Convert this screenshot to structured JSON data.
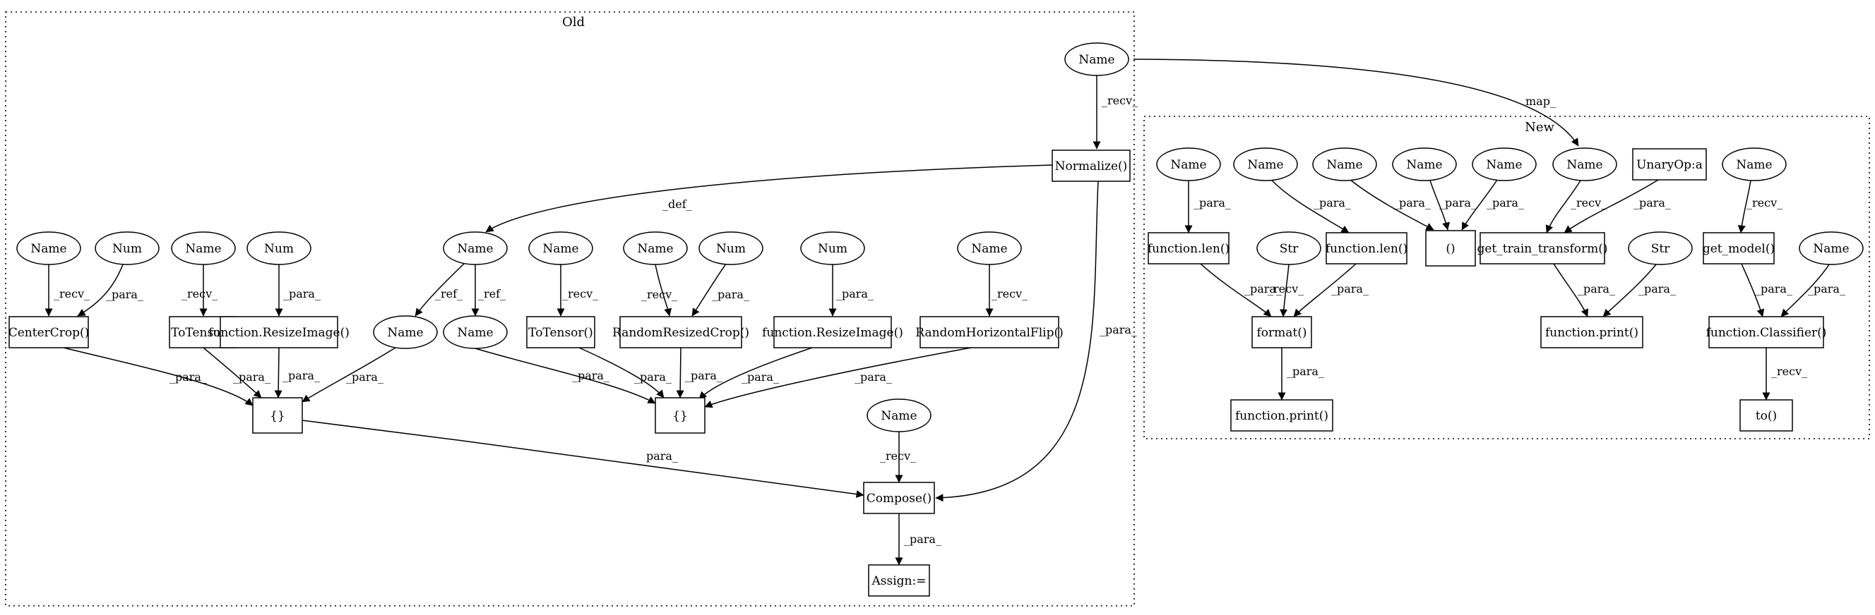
{
  "clusters": [
    {
      "id": "old",
      "label": "Old"
    },
    {
      "id": "new",
      "label": "New"
    }
  ],
  "nodes": [
    {
      "id": "o_name_top",
      "label": "Name",
      "shape": "ellipse"
    },
    {
      "id": "o_normalize",
      "label": "Normalize()",
      "shape": "box"
    },
    {
      "id": "o_name_a",
      "label": "Name",
      "shape": "ellipse"
    },
    {
      "id": "o_num_a",
      "label": "Num",
      "shape": "ellipse"
    },
    {
      "id": "o_name_b",
      "label": "Name",
      "shape": "ellipse"
    },
    {
      "id": "o_num_b",
      "label": "Num",
      "shape": "ellipse"
    },
    {
      "id": "o_name_def",
      "label": "Name",
      "shape": "ellipse"
    },
    {
      "id": "o_name_c",
      "label": "Name",
      "shape": "ellipse"
    },
    {
      "id": "o_name_d",
      "label": "Name",
      "shape": "ellipse"
    },
    {
      "id": "o_num_c",
      "label": "Num",
      "shape": "ellipse"
    },
    {
      "id": "o_num_d",
      "label": "Num",
      "shape": "ellipse"
    },
    {
      "id": "o_name_e",
      "label": "Name",
      "shape": "ellipse"
    },
    {
      "id": "o_centercrop",
      "label": "CenterCrop()",
      "shape": "box"
    },
    {
      "id": "o_totensor1",
      "label": "ToTensor()",
      "shape": "box"
    },
    {
      "id": "o_resize1",
      "label": "function.ResizeImage()",
      "shape": "box"
    },
    {
      "id": "o_name_ref1",
      "label": "Name",
      "shape": "ellipse"
    },
    {
      "id": "o_name_ref2",
      "label": "Name",
      "shape": "ellipse"
    },
    {
      "id": "o_totensor2",
      "label": "ToTensor()",
      "shape": "box"
    },
    {
      "id": "o_rrc",
      "label": "RandomResizedCrop()",
      "shape": "box"
    },
    {
      "id": "o_resize2",
      "label": "function.ResizeImage()",
      "shape": "box"
    },
    {
      "id": "o_rhf",
      "label": "RandomHorizontalFlip()",
      "shape": "box"
    },
    {
      "id": "o_set1",
      "label": "{}",
      "shape": "box"
    },
    {
      "id": "o_set2",
      "label": "{}",
      "shape": "box"
    },
    {
      "id": "o_name_compose",
      "label": "Name",
      "shape": "ellipse"
    },
    {
      "id": "o_compose",
      "label": "Compose()",
      "shape": "box"
    },
    {
      "id": "o_assign",
      "label": "Assign:=",
      "shape": "box"
    },
    {
      "id": "n_name1",
      "label": "Name",
      "shape": "ellipse"
    },
    {
      "id": "n_name2",
      "label": "Name",
      "shape": "ellipse"
    },
    {
      "id": "n_name3",
      "label": "Name",
      "shape": "ellipse"
    },
    {
      "id": "n_name4",
      "label": "Name",
      "shape": "ellipse"
    },
    {
      "id": "n_name5",
      "label": "Name",
      "shape": "ellipse"
    },
    {
      "id": "n_name6",
      "label": "Name",
      "shape": "ellipse"
    },
    {
      "id": "n_unary",
      "label": "UnaryOp:a",
      "shape": "box"
    },
    {
      "id": "n_name7",
      "label": "Name",
      "shape": "ellipse"
    },
    {
      "id": "n_len1",
      "label": "function.len()",
      "shape": "box"
    },
    {
      "id": "n_str1",
      "label": "Str",
      "shape": "ellipse"
    },
    {
      "id": "n_len2",
      "label": "function.len()",
      "shape": "box"
    },
    {
      "id": "n_tuple",
      "label": "()",
      "shape": "box"
    },
    {
      "id": "n_gtt",
      "label": "get_train_transform()",
      "shape": "box"
    },
    {
      "id": "n_str2",
      "label": "Str",
      "shape": "ellipse"
    },
    {
      "id": "n_getmodel",
      "label": "get_model()",
      "shape": "box"
    },
    {
      "id": "n_name8",
      "label": "Name",
      "shape": "ellipse"
    },
    {
      "id": "n_format",
      "label": "format()",
      "shape": "box"
    },
    {
      "id": "n_print1",
      "label": "function.print()",
      "shape": "box"
    },
    {
      "id": "n_classifier",
      "label": "function.Classifier()",
      "shape": "box"
    },
    {
      "id": "n_print2",
      "label": "function.print()",
      "shape": "box"
    },
    {
      "id": "n_to",
      "label": "to()",
      "shape": "box"
    }
  ],
  "edges": [
    {
      "from": "o_name_top",
      "to": "o_normalize",
      "label": "_recv_"
    },
    {
      "from": "o_name_top",
      "to": "n_name6",
      "label": "map_"
    },
    {
      "from": "o_normalize",
      "to": "o_name_def",
      "label": "_def_"
    },
    {
      "from": "o_normalize",
      "to": "o_compose",
      "label": "_para_"
    },
    {
      "from": "o_name_a",
      "to": "o_centercrop",
      "label": "_recv_"
    },
    {
      "from": "o_num_a",
      "to": "o_centercrop",
      "label": "_para_"
    },
    {
      "from": "o_name_b",
      "to": "o_totensor1",
      "label": "_recv_"
    },
    {
      "from": "o_num_b",
      "to": "o_resize1",
      "label": "_para_"
    },
    {
      "from": "o_name_def",
      "to": "o_name_ref1",
      "label": "_ref_"
    },
    {
      "from": "o_name_def",
      "to": "o_name_ref2",
      "label": "_ref_"
    },
    {
      "from": "o_name_c",
      "to": "o_totensor2",
      "label": "_recv_"
    },
    {
      "from": "o_name_d",
      "to": "o_rrc",
      "label": "_recv_"
    },
    {
      "from": "o_num_c",
      "to": "o_rrc",
      "label": "_para_"
    },
    {
      "from": "o_num_d",
      "to": "o_resize2",
      "label": "_para_"
    },
    {
      "from": "o_name_e",
      "to": "o_rhf",
      "label": "_recv_"
    },
    {
      "from": "o_centercrop",
      "to": "o_set1",
      "label": "_para_"
    },
    {
      "from": "o_totensor1",
      "to": "o_set1",
      "label": "_para_"
    },
    {
      "from": "o_resize1",
      "to": "o_set1",
      "label": "_para_"
    },
    {
      "from": "o_name_ref1",
      "to": "o_set1",
      "label": "_para_"
    },
    {
      "from": "o_name_ref2",
      "to": "o_set2",
      "label": "_para_"
    },
    {
      "from": "o_totensor2",
      "to": "o_set2",
      "label": "_para_"
    },
    {
      "from": "o_rrc",
      "to": "o_set2",
      "label": "_para_"
    },
    {
      "from": "o_resize2",
      "to": "o_set2",
      "label": "_para_"
    },
    {
      "from": "o_rhf",
      "to": "o_set2",
      "label": "_para_"
    },
    {
      "from": "o_set1",
      "to": "o_compose",
      "label": "para_"
    },
    {
      "from": "o_name_compose",
      "to": "o_compose",
      "label": "_recv_"
    },
    {
      "from": "o_compose",
      "to": "o_assign",
      "label": "_para_"
    },
    {
      "from": "n_name1",
      "to": "n_len1",
      "label": "_para_"
    },
    {
      "from": "n_name2",
      "to": "n_len2",
      "label": "_para_"
    },
    {
      "from": "n_name3",
      "to": "n_tuple",
      "label": "_para_"
    },
    {
      "from": "n_name4",
      "to": "n_tuple",
      "label": "_para_"
    },
    {
      "from": "n_name5",
      "to": "n_tuple",
      "label": "_para_"
    },
    {
      "from": "n_name6",
      "to": "n_gtt",
      "label": "_recv_"
    },
    {
      "from": "n_unary",
      "to": "n_gtt",
      "label": "_para_"
    },
    {
      "from": "n_name7",
      "to": "n_getmodel",
      "label": "_recv_"
    },
    {
      "from": "n_len1",
      "to": "n_format",
      "label": "_para_"
    },
    {
      "from": "n_str1",
      "to": "n_format",
      "label": "_recv_"
    },
    {
      "from": "n_len2",
      "to": "n_format",
      "label": "_para_"
    },
    {
      "from": "n_gtt",
      "to": "n_print2",
      "label": "_para_"
    },
    {
      "from": "n_str2",
      "to": "n_print2",
      "label": "_para_"
    },
    {
      "from": "n_getmodel",
      "to": "n_classifier",
      "label": "_para_"
    },
    {
      "from": "n_name8",
      "to": "n_classifier",
      "label": "_para_"
    },
    {
      "from": "n_format",
      "to": "n_print1",
      "label": "_para_"
    },
    {
      "from": "n_classifier",
      "to": "n_to",
      "label": "_recv_"
    }
  ]
}
